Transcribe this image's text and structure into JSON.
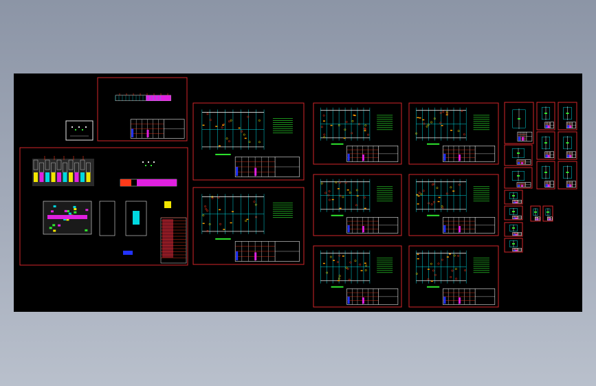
{
  "viewport": {
    "background": "#000000"
  },
  "colors": {
    "frame": "#d4262a",
    "cyan": "#00d8e0",
    "white": "#e8e8e8",
    "yellow": "#f2e600",
    "magenta": "#e020e0",
    "green": "#2ee82e",
    "blue": "#2233ff",
    "red": "#ff3a1a",
    "orange": "#ffa000"
  },
  "sheets": [
    {
      "id": "tiny-preview",
      "kind": "preview"
    },
    {
      "id": "top-strip-sheet",
      "kind": "strip"
    },
    {
      "id": "main-assembly-sheet",
      "kind": "assembly"
    },
    {
      "id": "plan-sheet-a1",
      "kind": "plan"
    },
    {
      "id": "plan-sheet-a2",
      "kind": "plan"
    },
    {
      "id": "plan-sheet-b1",
      "kind": "plan"
    },
    {
      "id": "plan-sheet-b2",
      "kind": "plan"
    },
    {
      "id": "plan-sheet-b3",
      "kind": "plan"
    },
    {
      "id": "plan-sheet-c1",
      "kind": "plan"
    },
    {
      "id": "plan-sheet-c2",
      "kind": "plan"
    },
    {
      "id": "plan-sheet-c3",
      "kind": "plan"
    },
    {
      "id": "part-sheet-1",
      "kind": "part"
    },
    {
      "id": "part-sheet-2",
      "kind": "part"
    },
    {
      "id": "part-sheet-3",
      "kind": "part"
    },
    {
      "id": "part-sheet-4",
      "kind": "part"
    },
    {
      "id": "part-sheet-5",
      "kind": "part"
    },
    {
      "id": "part-sheet-6",
      "kind": "part"
    },
    {
      "id": "part-sheet-7",
      "kind": "part"
    },
    {
      "id": "part-sheet-8",
      "kind": "part"
    },
    {
      "id": "part-sheet-9",
      "kind": "part"
    },
    {
      "id": "part-sheet-10",
      "kind": "part"
    },
    {
      "id": "part-sheet-11",
      "kind": "part"
    },
    {
      "id": "part-sheet-12",
      "kind": "part"
    },
    {
      "id": "part-sheet-13",
      "kind": "part"
    },
    {
      "id": "part-sheet-14",
      "kind": "part"
    },
    {
      "id": "part-sheet-15",
      "kind": "part"
    }
  ]
}
